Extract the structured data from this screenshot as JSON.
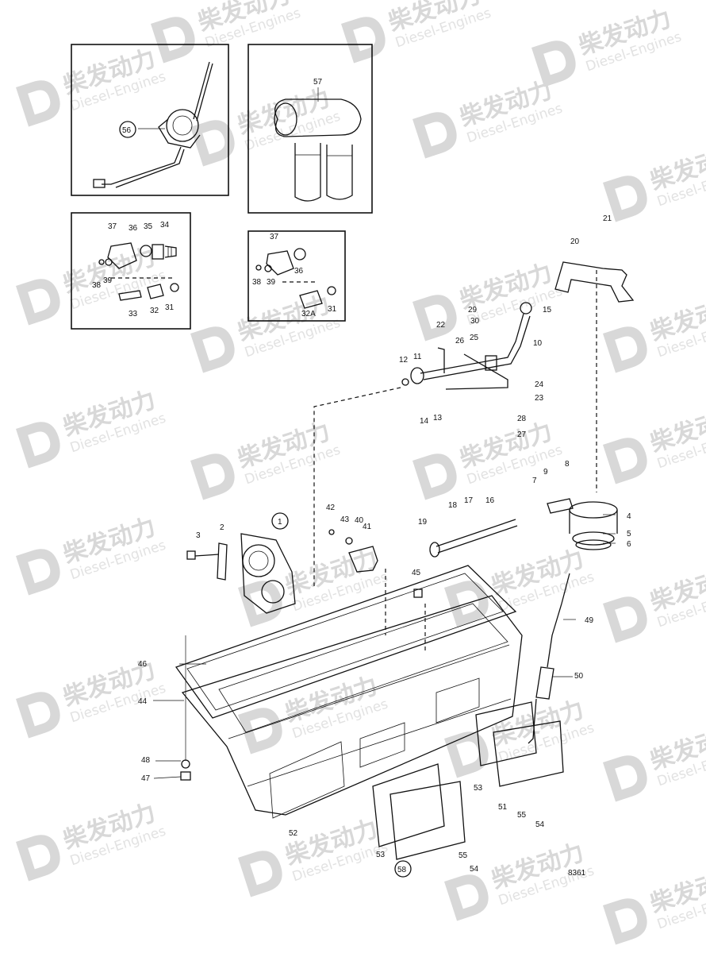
{
  "watermark": {
    "text_cn": "柴发动力",
    "text_en": "Diesel-Engines",
    "logo_icon": "d-letter-logo-icon",
    "color": "#d8d8d8"
  },
  "drawing_reference": "8361",
  "callouts": [
    "1",
    "2",
    "3",
    "4",
    "5",
    "6",
    "7",
    "8",
    "9",
    "10",
    "11",
    "12",
    "13",
    "14",
    "15",
    "16",
    "17",
    "18",
    "19",
    "20",
    "21",
    "22",
    "23",
    "24",
    "25",
    "26",
    "27",
    "28",
    "29",
    "30",
    "31",
    "32",
    "32A",
    "33",
    "34",
    "35",
    "36",
    "37",
    "38",
    "39",
    "40",
    "41",
    "42",
    "43",
    "44",
    "45",
    "46",
    "47",
    "48",
    "49",
    "50",
    "51",
    "52",
    "53",
    "54",
    "55",
    "56",
    "57",
    "58"
  ],
  "circled_callouts": [
    "1",
    "56",
    "58"
  ],
  "colors": {
    "ink": "#111111",
    "paper": "#ffffff"
  }
}
